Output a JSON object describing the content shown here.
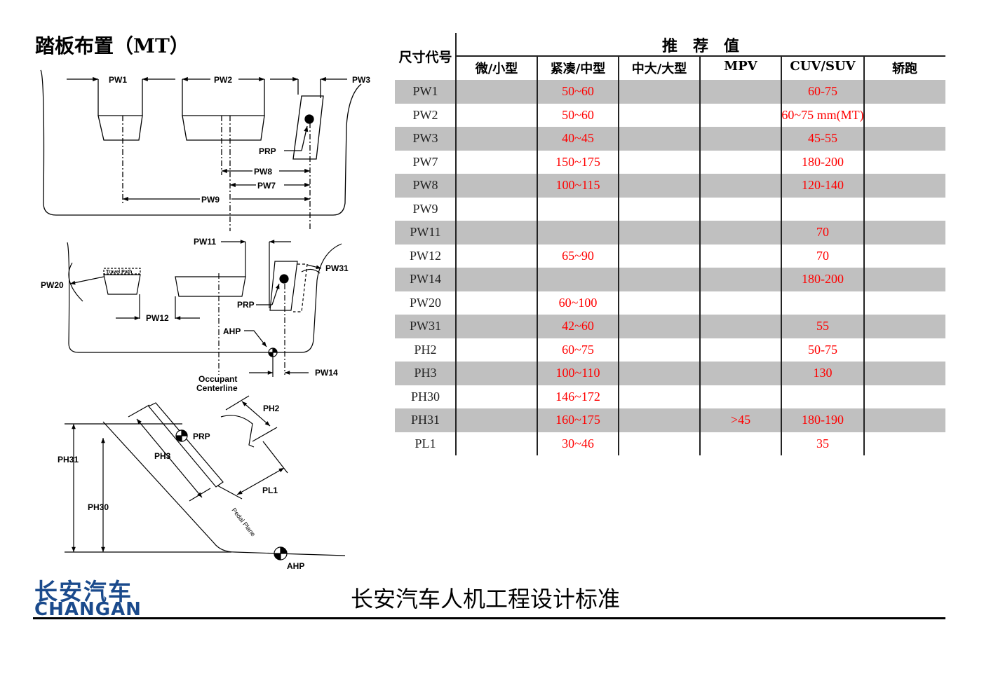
{
  "title": "踏板布置（MT）",
  "diagram_top": {
    "pw1": "PW1",
    "pw2": "PW2",
    "pw3": "PW3",
    "prp": "PRP",
    "pw8": "PW8",
    "pw7": "PW7",
    "pw9": "PW9"
  },
  "diagram_mid": {
    "pw11": "PW11",
    "pw20": "PW20",
    "travel_path": "Travel Path",
    "pw12": "PW12",
    "prp": "PRP",
    "pw31": "PW31",
    "ahp": "AHP",
    "pw14": "PW14",
    "occupant": "Occupant",
    "centerline": "Centerline"
  },
  "diagram_side": {
    "ph2": "PH2",
    "prp": "PRP",
    "ph31": "PH31",
    "ph3": "PH3",
    "ph30": "PH30",
    "pl1": "PL1",
    "pedal_plane": "Pedal Plane",
    "ahp": "AHP"
  },
  "table": {
    "code_header": "尺寸代号",
    "group_header": "推　荐　值",
    "columns": [
      "微/小型",
      "紧凑/中型",
      "中大/大型",
      "MPV",
      "CUV/SUV",
      "轿跑"
    ],
    "rows": [
      {
        "code": "PW1",
        "values": [
          "",
          "50~60",
          "",
          "",
          "60-75",
          ""
        ]
      },
      {
        "code": "PW2",
        "values": [
          "",
          "50~60",
          "",
          "",
          "60~75 mm(MT)",
          ""
        ]
      },
      {
        "code": "PW3",
        "values": [
          "",
          "40~45",
          "",
          "",
          "45-55",
          ""
        ]
      },
      {
        "code": "PW7",
        "values": [
          "",
          "150~175",
          "",
          "",
          "180-200",
          ""
        ]
      },
      {
        "code": "PW8",
        "values": [
          "",
          "100~115",
          "",
          "",
          "120-140",
          ""
        ]
      },
      {
        "code": "PW9",
        "values": [
          "",
          "",
          "",
          "",
          "",
          ""
        ]
      },
      {
        "code": "PW11",
        "values": [
          "",
          "",
          "",
          "",
          "70",
          ""
        ]
      },
      {
        "code": "PW12",
        "values": [
          "",
          "65~90",
          "",
          "",
          "70",
          ""
        ]
      },
      {
        "code": "PW14",
        "values": [
          "",
          "",
          "",
          "",
          "180-200",
          ""
        ]
      },
      {
        "code": "PW20",
        "values": [
          "",
          "60~100",
          "",
          "",
          "",
          ""
        ]
      },
      {
        "code": "PW31",
        "values": [
          "",
          "42~60",
          "",
          "",
          "55",
          ""
        ]
      },
      {
        "code": "PH2",
        "values": [
          "",
          "60~75",
          "",
          "",
          "50-75",
          ""
        ]
      },
      {
        "code": "PH3",
        "values": [
          "",
          "100~110",
          "",
          "",
          "130",
          ""
        ]
      },
      {
        "code": "PH30",
        "values": [
          "",
          "146~172",
          "",
          "",
          "",
          ""
        ]
      },
      {
        "code": "PH31",
        "values": [
          "",
          "160~175",
          "",
          ">45",
          "180-190",
          ""
        ]
      },
      {
        "code": "PL1",
        "values": [
          "",
          "30~46",
          "",
          "",
          "35",
          ""
        ]
      }
    ]
  },
  "logo": {
    "cn": "长安汽车",
    "en": "CHANGAN"
  },
  "footer_title": "长安汽车人机工程设计标准",
  "colors": {
    "value": "#ff0000",
    "stripe": "#c0c0c0",
    "logo": "#1a4a8c"
  }
}
